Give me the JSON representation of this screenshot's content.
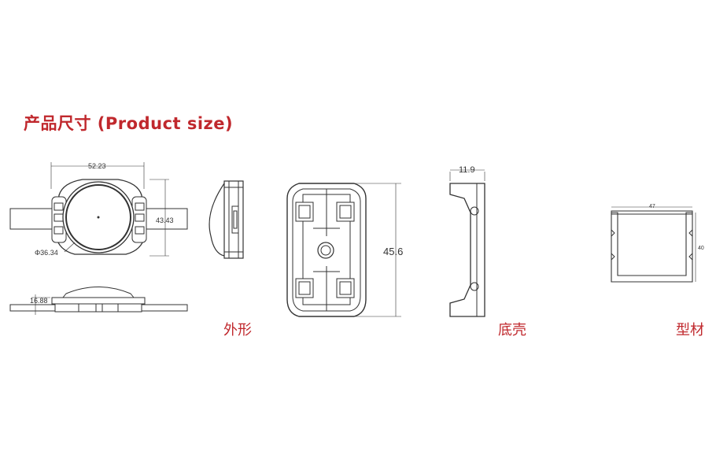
{
  "heading": "产品尺寸 (Product size)",
  "captions": {
    "appearance": "外形",
    "housing": "底壳",
    "profile": "型材"
  },
  "dimensions": {
    "width": "52.23",
    "height": "43.43",
    "diameter": "Φ36.34",
    "depth": "16.88",
    "length": "45.6",
    "housing_depth": "11.9",
    "profile_width": "47",
    "profile_height": "40"
  },
  "colors": {
    "heading": "#c0282d",
    "lines": "#333333"
  }
}
